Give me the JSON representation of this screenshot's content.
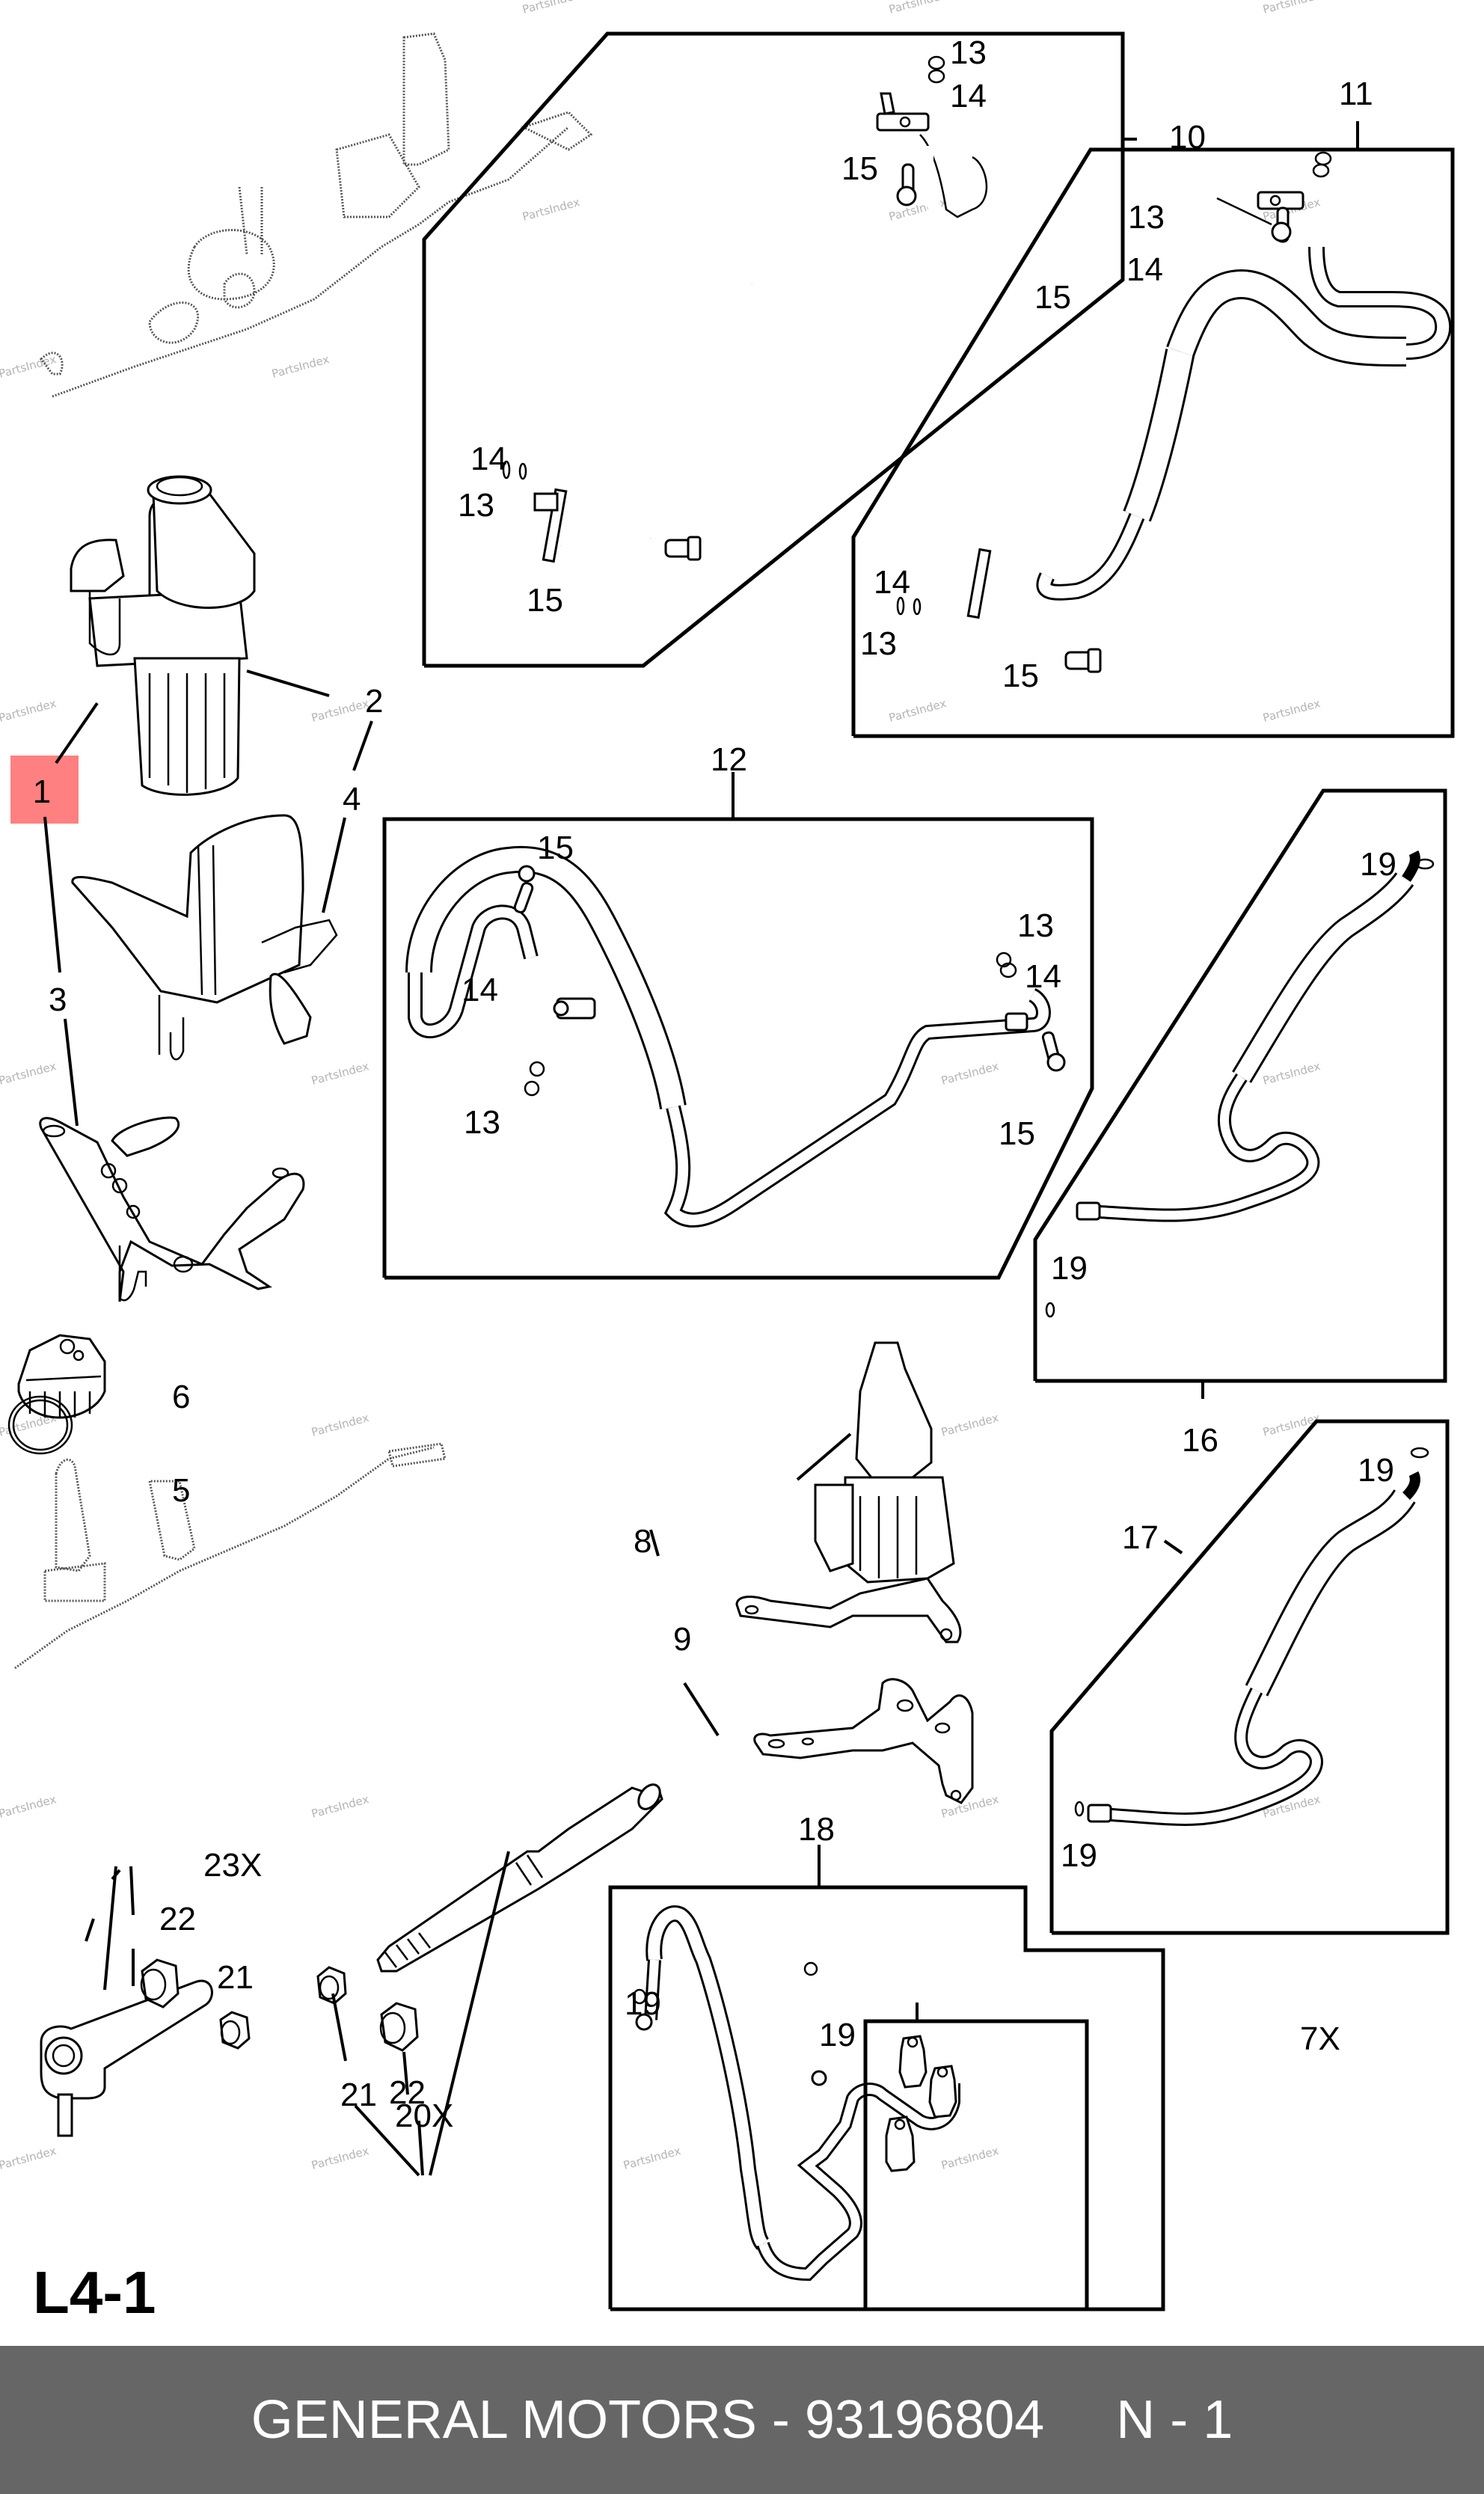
{
  "page": {
    "diagram_code": "L4-1",
    "watermark": "PartsIndex",
    "highlight_color": "#ff8080",
    "footer_color": "#666666"
  },
  "footer": {
    "brand": "GENERAL MOTORS",
    "separator": "-",
    "part_number": "93196804",
    "position": "N - 1"
  },
  "callouts": {
    "c1": "1",
    "c2": "2",
    "c3": "3",
    "c4": "4",
    "c5": "5",
    "c6": "6",
    "c7x": "7X",
    "c8": "8",
    "c9": "9",
    "c10": "10",
    "c11": "11",
    "c12": "12",
    "c13": "13",
    "c14": "14",
    "c15": "15",
    "c16": "16",
    "c17": "17",
    "c18": "18",
    "c19": "19",
    "c20x": "20X",
    "c21": "21",
    "c22": "22",
    "c23x": "23X"
  },
  "highlighted_callout": "1",
  "groups": [
    {
      "id": "10",
      "contains": [
        "13",
        "14",
        "15"
      ]
    },
    {
      "id": "11",
      "contains": [
        "13",
        "14",
        "15"
      ]
    },
    {
      "id": "12",
      "contains": [
        "13",
        "14",
        "15"
      ]
    },
    {
      "id": "16",
      "contains": [
        "19"
      ]
    },
    {
      "id": "17",
      "contains": [
        "19"
      ]
    },
    {
      "id": "18",
      "contains": [
        "19"
      ]
    },
    {
      "id": "7X",
      "contains": []
    },
    {
      "id": "20X",
      "contains": [
        "21",
        "22"
      ]
    },
    {
      "id": "23X",
      "contains": [
        "21",
        "22"
      ]
    }
  ]
}
